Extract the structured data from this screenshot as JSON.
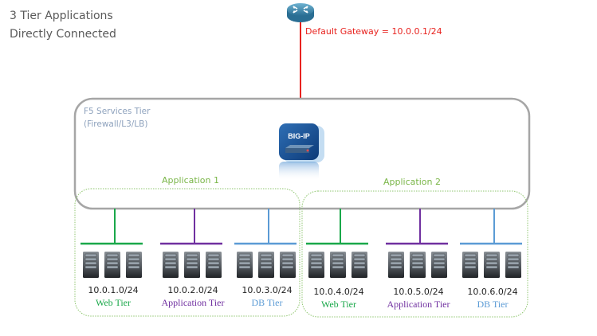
{
  "title": {
    "line1": "3 Tier Applications",
    "line2": "Directly Connected"
  },
  "gateway": {
    "icon": "router-icon",
    "label": "Default Gateway  = 10.0.0.1/24",
    "color": "#e8231f"
  },
  "services_tier": {
    "line1": "F5 Services Tier",
    "line2": "(Firewall/L3/LB)",
    "device_icon": "big-ip-icon",
    "device_label": "BIG-IP"
  },
  "applications": [
    {
      "name": "Application 1",
      "tiers": [
        {
          "subnet": "10.0.1.0/24",
          "name": "Web Tier",
          "color": "#1aa84a",
          "servers": 3
        },
        {
          "subnet": "10.0.2.0/24",
          "name": "Application Tier",
          "color": "#7030a0",
          "servers": 3
        },
        {
          "subnet": "10.0.3.0/24",
          "name": "DB Tier",
          "color": "#5b9bd5",
          "servers": 3
        }
      ]
    },
    {
      "name": "Application 2",
      "tiers": [
        {
          "subnet": "10.0.4.0/24",
          "name": "Web Tier",
          "color": "#1aa84a",
          "servers": 3
        },
        {
          "subnet": "10.0.5.0/24",
          "name": "Application Tier",
          "color": "#7030a0",
          "servers": 3
        },
        {
          "subnet": "10.0.6.0/24",
          "name": "DB Tier",
          "color": "#5b9bd5",
          "servers": 3
        }
      ]
    }
  ],
  "colors": {
    "app_border": "#8fc66f",
    "services_border": "#a6a6a6",
    "title_text": "#595959",
    "services_text": "#8ea2bd"
  }
}
